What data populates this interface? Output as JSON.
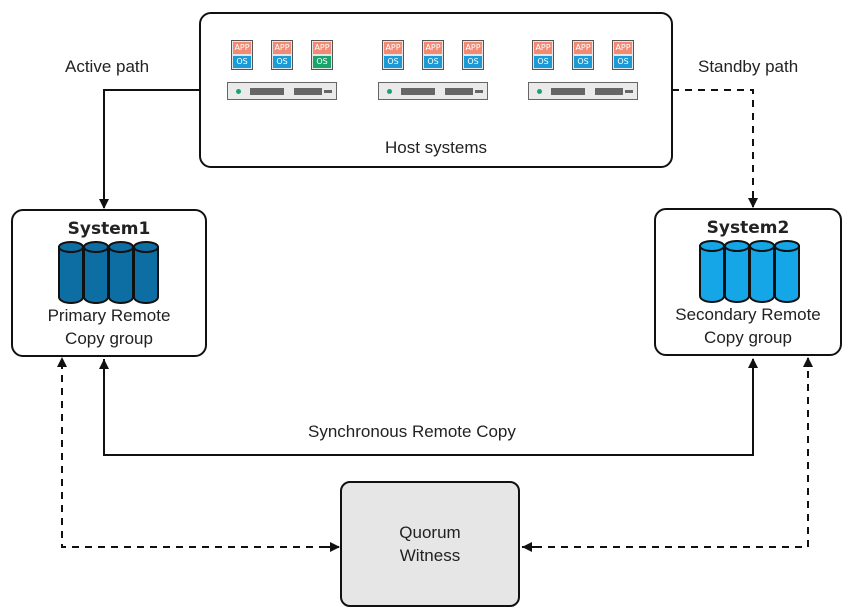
{
  "labels": {
    "active_path": "Active path",
    "standby_path": "Standby path",
    "host_systems": "Host systems",
    "sync_copy": "Synchronous Remote Copy"
  },
  "systems": [
    {
      "name": "System1",
      "caption_line1": "Primary Remote",
      "caption_line2": "Copy group",
      "color": "#0d6ea3"
    },
    {
      "name": "System2",
      "caption_line1": "Secondary Remote",
      "caption_line2": "Copy group",
      "color": "#14a6e6"
    }
  ],
  "quorum": {
    "line1": "Quorum",
    "line2": "Witness",
    "fill": "#e6e6e6"
  },
  "vm": {
    "app_label": "APP",
    "os_label": "OS",
    "app_color": "#f08a74",
    "os_color": "#1a9ad6",
    "os_alt_color": "#1aa36b"
  },
  "host_groups": [
    {
      "vms": [
        "blue",
        "blue",
        "green"
      ]
    },
    {
      "vms": [
        "blue",
        "blue",
        "blue"
      ]
    },
    {
      "vms": [
        "blue",
        "blue",
        "blue"
      ]
    }
  ]
}
